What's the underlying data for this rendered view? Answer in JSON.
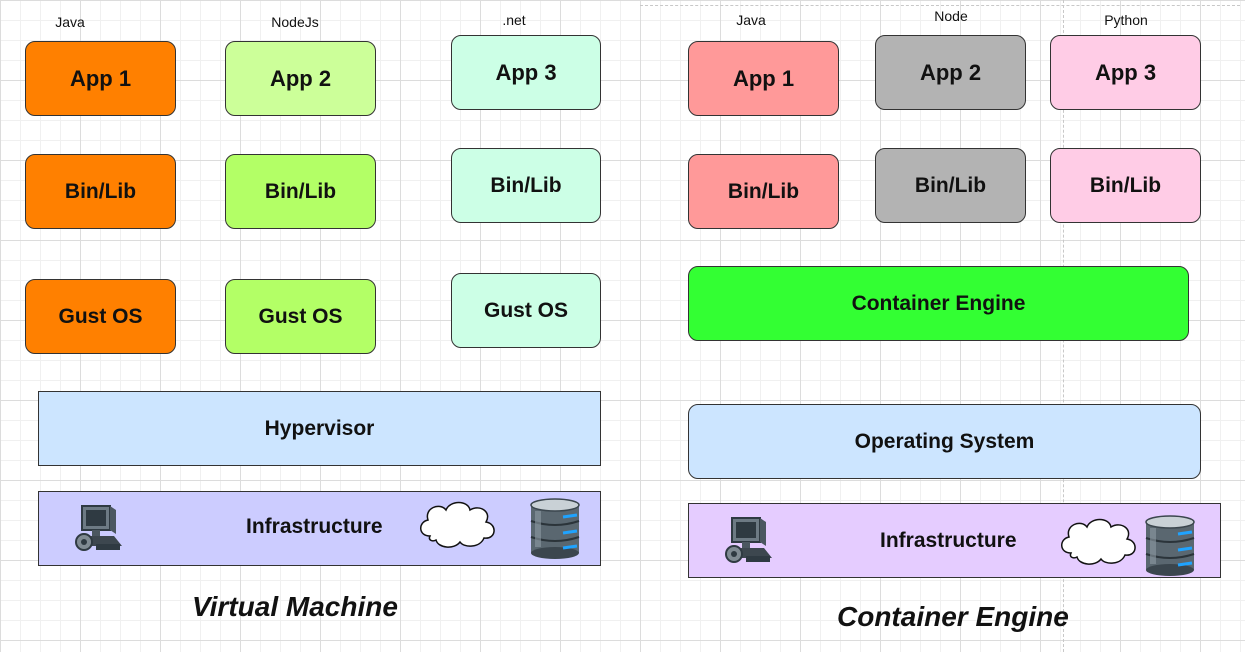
{
  "vm": {
    "title": "Virtual Machine",
    "langs": [
      "Java",
      "NodeJs",
      ".net"
    ],
    "apps": [
      "App 1",
      "App 2",
      "App 3"
    ],
    "bins": [
      "Bin/Lib",
      "Bin/Lib",
      "Bin/Lib"
    ],
    "guests": [
      "Gust OS",
      "Gust OS",
      "Gust OS"
    ],
    "hypervisor": "Hypervisor",
    "infrastructure": "Infrastructure",
    "colors": {
      "col1": "#ff8000",
      "col2_app": "#ccff99",
      "col2": "#b3ff66",
      "col3": "#ccffe6",
      "hypervisor": "#cce5ff",
      "infrastructure": "#ccccff"
    }
  },
  "ce": {
    "title": "Container Engine",
    "langs": [
      "Java",
      "Node",
      "Python"
    ],
    "apps": [
      "App 1",
      "App 2",
      "App 3"
    ],
    "bins": [
      "Bin/Lib",
      "Bin/Lib",
      "Bin/Lib"
    ],
    "engine": "Container Engine",
    "os": "Operating System",
    "infrastructure": "Infrastructure",
    "colors": {
      "col1": "#ff9999",
      "col2": "#b3b3b3",
      "col3": "#ffcce6",
      "engine": "#33ff33",
      "os": "#cce5ff",
      "infrastructure": "#e5ccff"
    }
  },
  "icons": [
    "computer-icon",
    "cloud-icon",
    "database-icon"
  ]
}
